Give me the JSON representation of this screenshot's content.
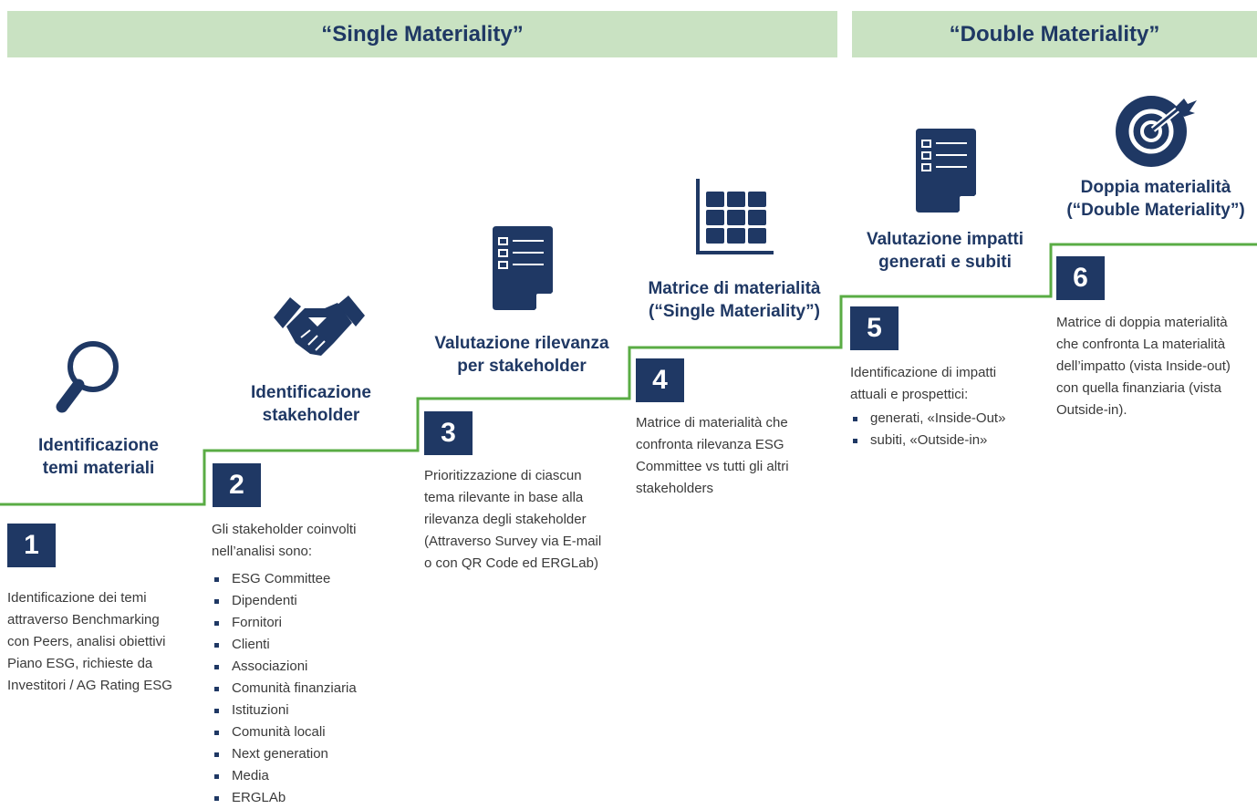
{
  "banners": {
    "single": "“Single Materiality”",
    "double": "“Double Materiality”"
  },
  "colors": {
    "navy": "#1f3864",
    "green_line": "#5aac44",
    "banner_bg": "#c9e2c2",
    "text": "#3a3a3a"
  },
  "steps": [
    {
      "number": "1",
      "icon": "magnifying-glass-icon",
      "title": [
        "Identificazione",
        "temi materiali"
      ],
      "description": [
        "Identificazione dei temi",
        "attraverso Benchmarking",
        "con Peers, analisi obiettivi",
        "Piano ESG, richieste da",
        "Investitori / AG Rating ESG"
      ]
    },
    {
      "number": "2",
      "icon": "handshake-icon",
      "title": [
        "Identificazione",
        "stakeholder"
      ],
      "description": [
        "Gli stakeholder coinvolti",
        "nell’analisi sono:"
      ],
      "bullets": [
        "ESG Committee",
        "Dipendenti",
        "Fornitori",
        "Clienti",
        "Associazioni",
        "Comunità finanziaria",
        "Istituzioni",
        "Comunità locali",
        "Next generation",
        "Media",
        "ERGLAb"
      ]
    },
    {
      "number": "3",
      "icon": "checklist-document-icon",
      "title": [
        "Valutazione rilevanza",
        "per stakeholder"
      ],
      "description": [
        "Prioritizzazione di ciascun",
        "tema rilevante in base alla",
        "rilevanza degli stakeholder",
        "(Attraverso Survey via E-mail",
        "o con QR Code ed ERGLab)"
      ]
    },
    {
      "number": "4",
      "icon": "matrix-grid-icon",
      "title": [
        "Matrice di materialità",
        "(“Single Materiality”)"
      ],
      "description": [
        "Matrice di materialità che",
        "confronta rilevanza ESG",
        "Committee vs tutti gli altri",
        "stakeholders"
      ]
    },
    {
      "number": "5",
      "icon": "checklist-document-icon",
      "title": [
        "Valutazione impatti",
        "generati e subiti"
      ],
      "description": [
        "Identificazione di impatti",
        "attuali e prospettici:"
      ],
      "bullets": [
        "generati, «Inside-Out»",
        "subiti, «Outside-in»"
      ]
    },
    {
      "number": "6",
      "icon": "target-arrow-icon",
      "title": [
        "Doppia materialità",
        "(“Double Materiality”)"
      ],
      "description": [
        "Matrice di doppia materialità",
        "che confronta La materialità",
        "dell’impatto (vista Inside-out)",
        "con quella finanziaria (vista",
        "Outside-in)."
      ]
    }
  ]
}
